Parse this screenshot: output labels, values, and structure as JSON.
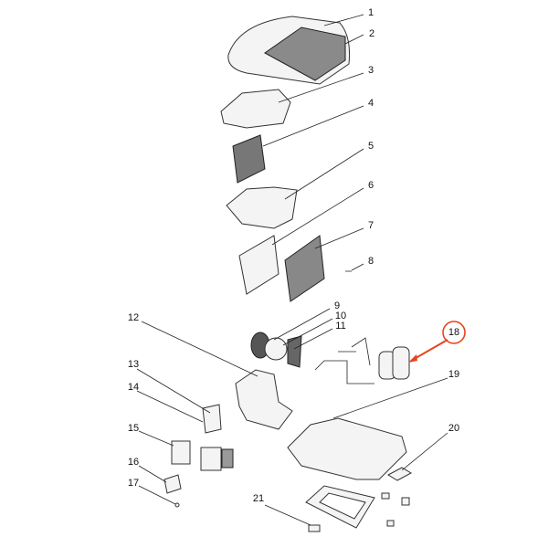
{
  "diagram": {
    "type": "exploded-parts-diagram",
    "callouts": [
      "1",
      "2",
      "3",
      "4",
      "5",
      "6",
      "7",
      "8",
      "9",
      "10",
      "11",
      "12",
      "13",
      "14",
      "15",
      "16",
      "17",
      "18",
      "19",
      "20",
      "21"
    ],
    "highlighted_callout": "18",
    "highlight_color": "#e8431e"
  }
}
